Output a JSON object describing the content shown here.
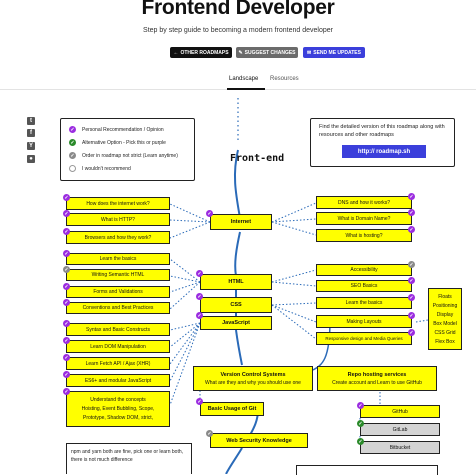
{
  "header": {
    "title": "Frontend Developer",
    "subtitle": "Step by step guide to becoming a modern frontend developer",
    "buttons": [
      {
        "label": "OTHER ROADMAPS",
        "icon": "arrow-left-icon",
        "color": "#111111"
      },
      {
        "label": "SUGGEST CHANGES",
        "icon": "suggest-icon",
        "color": "#6b6b6b"
      },
      {
        "label": "SEND ME UPDATES",
        "icon": "mail-icon",
        "color": "#3b3fdb"
      }
    ]
  },
  "tabs": [
    {
      "label": "Landscape",
      "active": true
    },
    {
      "label": "Resources",
      "active": false
    }
  ],
  "share_icons": [
    "twitter-icon",
    "facebook-icon",
    "hackernews-icon",
    "reddit-icon"
  ],
  "legend": {
    "items": [
      {
        "label": "Personal Recommendation / Opinion",
        "type": "purple"
      },
      {
        "label": "Alternative Option - Pick this or purple",
        "type": "green"
      },
      {
        "label": "Order in roadmap not strict (Learn anytime)",
        "type": "gray"
      },
      {
        "label": "I wouldn't recommend",
        "type": "dark"
      }
    ]
  },
  "info": {
    "text": "Find the detailed version of this roadmap along with resources and other roadmaps",
    "link_label": "http:// roadmap.sh"
  },
  "roadmap": {
    "title": "Front-end",
    "main_nodes": {
      "internet": "Internet",
      "html": "HTML",
      "css": "CSS",
      "javascript": "JavaScript",
      "vcs_title": "Version Control Systems",
      "vcs_sub": "What are they and why you should use one",
      "repo_title": "Repo hosting services",
      "repo_sub": "Create account and Learn to use GitHub",
      "git": "Basic Usage of Git",
      "websec": "Web Security Knowledge"
    },
    "internet_left": [
      "How does the internet work?",
      "What is HTTP?",
      "Browsers and how they work?"
    ],
    "internet_right": [
      "DNS and how it works?",
      "What is Domain Name?",
      "What is hosting?"
    ],
    "html_left": [
      "Learn the basics",
      "Writing Semantic HTML",
      "Forms and Validations",
      "Conventions and Best Practices"
    ],
    "css_right": [
      "Accessibility",
      "SEO Basics",
      "Learn the basics",
      "Making Layouts",
      "Responsive design and Media Queries"
    ],
    "layout_list": [
      "Floats",
      "Positioning",
      "Display",
      "Box Model",
      "CSS Grid",
      "Flex Box"
    ],
    "js_left": [
      "Syntax and Basic Constructs",
      "Learn DOM Manipulation",
      "Learn Fetch API / Ajax (XHR)",
      "ES6+ and modular JavaScript"
    ],
    "js_concepts": [
      "Understand the concepts",
      "Hoisting, Event Bubbling, Scope,",
      "Prototype, Shadow DOM, strict,"
    ],
    "repo_services": [
      "GitHub",
      "GitLab",
      "Bitbucket"
    ],
    "note": "npm and yarn both are fine, pick one or learn both, there is not much difference"
  }
}
